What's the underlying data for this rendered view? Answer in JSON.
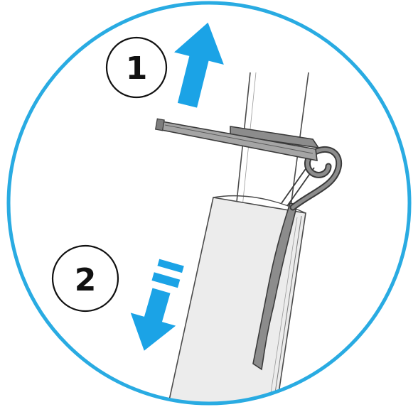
{
  "steps": [
    {
      "number": "1",
      "direction": "up"
    },
    {
      "number": "2",
      "direction": "down"
    }
  ],
  "colors": {
    "frame_circle": "#29ABE2",
    "arrow": "#1BA3E6",
    "clip": "#8A8A8A",
    "clip_outline": "#3F3F3F",
    "sleeve": "#EBEBEB",
    "line": "#555555"
  }
}
